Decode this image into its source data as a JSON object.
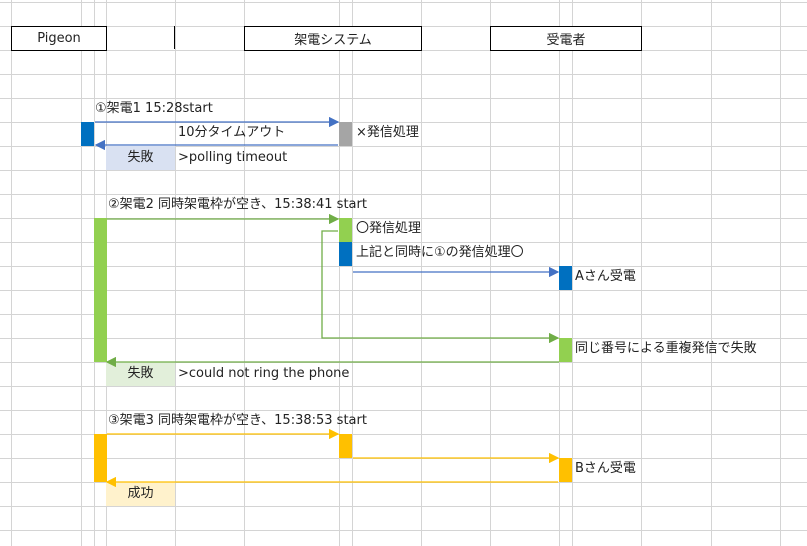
{
  "headers": {
    "pigeon": "Pigeon",
    "system": "架電システム",
    "receiver": "受電者"
  },
  "colors": {
    "blue": "#0070c0",
    "gray": "#a5a5a5",
    "green": "#92d050",
    "orange": "#ffc000",
    "arrow_blue": "#4472c4",
    "arrow_green": "#70ad47"
  },
  "call1": {
    "title": "①架電1 15:28start",
    "timeout": "10分タイムアウト",
    "system_status": "×発信処理",
    "result": "失敗",
    "reason": ">polling timeout"
  },
  "call2": {
    "title": "②架電2 同時架電枠が空き、15:38:41 start",
    "system_status": "〇発信処理",
    "parallel_note": "上記と同時に①の発信処理〇",
    "receiver_a": "Aさん受電",
    "dup_fail": "同じ番号による重複発信で失敗",
    "result": "失敗",
    "reason": ">could not ring the phone"
  },
  "call3": {
    "title": "③架電3 同時架電枠が空き、15:38:53 start",
    "receiver_b": "Bさん受電",
    "result": "成功"
  }
}
